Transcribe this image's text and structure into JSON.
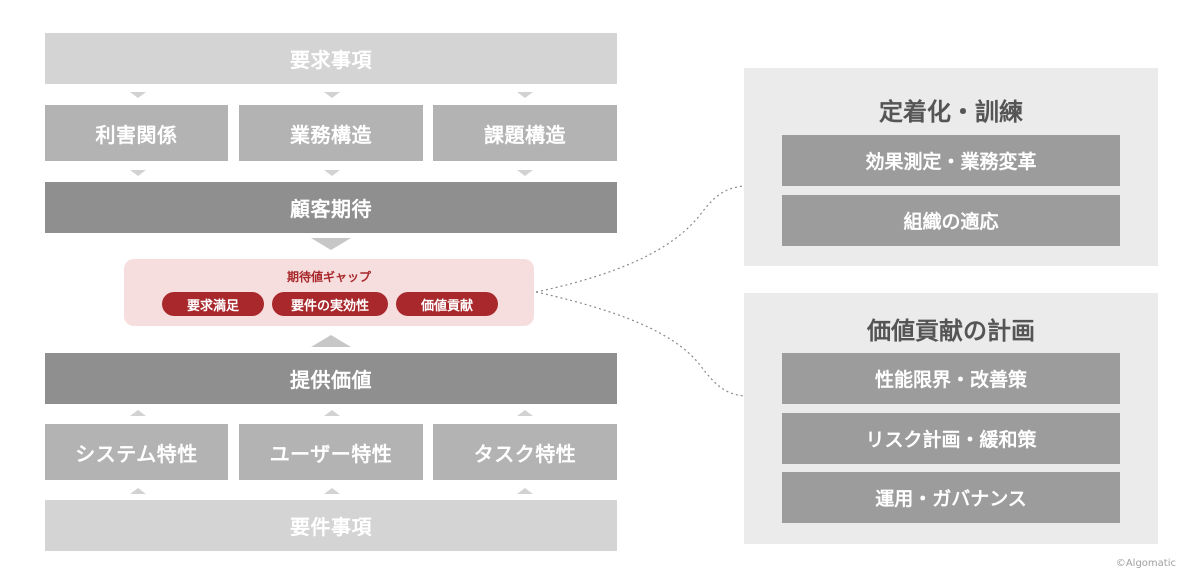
{
  "left": {
    "top_header": "要求事項",
    "top_row": [
      "利害関係",
      "業務構造",
      "課題構造"
    ],
    "expectation": "顧客期待",
    "gap": {
      "title": "期待値ギャップ",
      "pills": [
        "要求満足",
        "要件の実効性",
        "価値貢献"
      ]
    },
    "value": "提供価値",
    "bottom_row": [
      "システム特性",
      "ユーザー特性",
      "タスク特性"
    ],
    "bottom_header": "要件事項"
  },
  "right": {
    "panel1": {
      "title": "定着化・訓練",
      "items": [
        "効果測定・業務変革",
        "組織の適応"
      ]
    },
    "panel2": {
      "title": "価値貢献の計画",
      "items": [
        "性能限界・改善策",
        "リスク計画・緩和策",
        "運用・ガバナンス"
      ]
    }
  },
  "credit": "©Algomatic",
  "colors": {
    "accent": "#a8282c",
    "gap_bg": "#f7dede",
    "panel_bg": "#ebebeb",
    "dark_bar": "#8f8f8f",
    "mid_bar": "#b3b3b3",
    "light_bar": "#d4d4d4"
  }
}
